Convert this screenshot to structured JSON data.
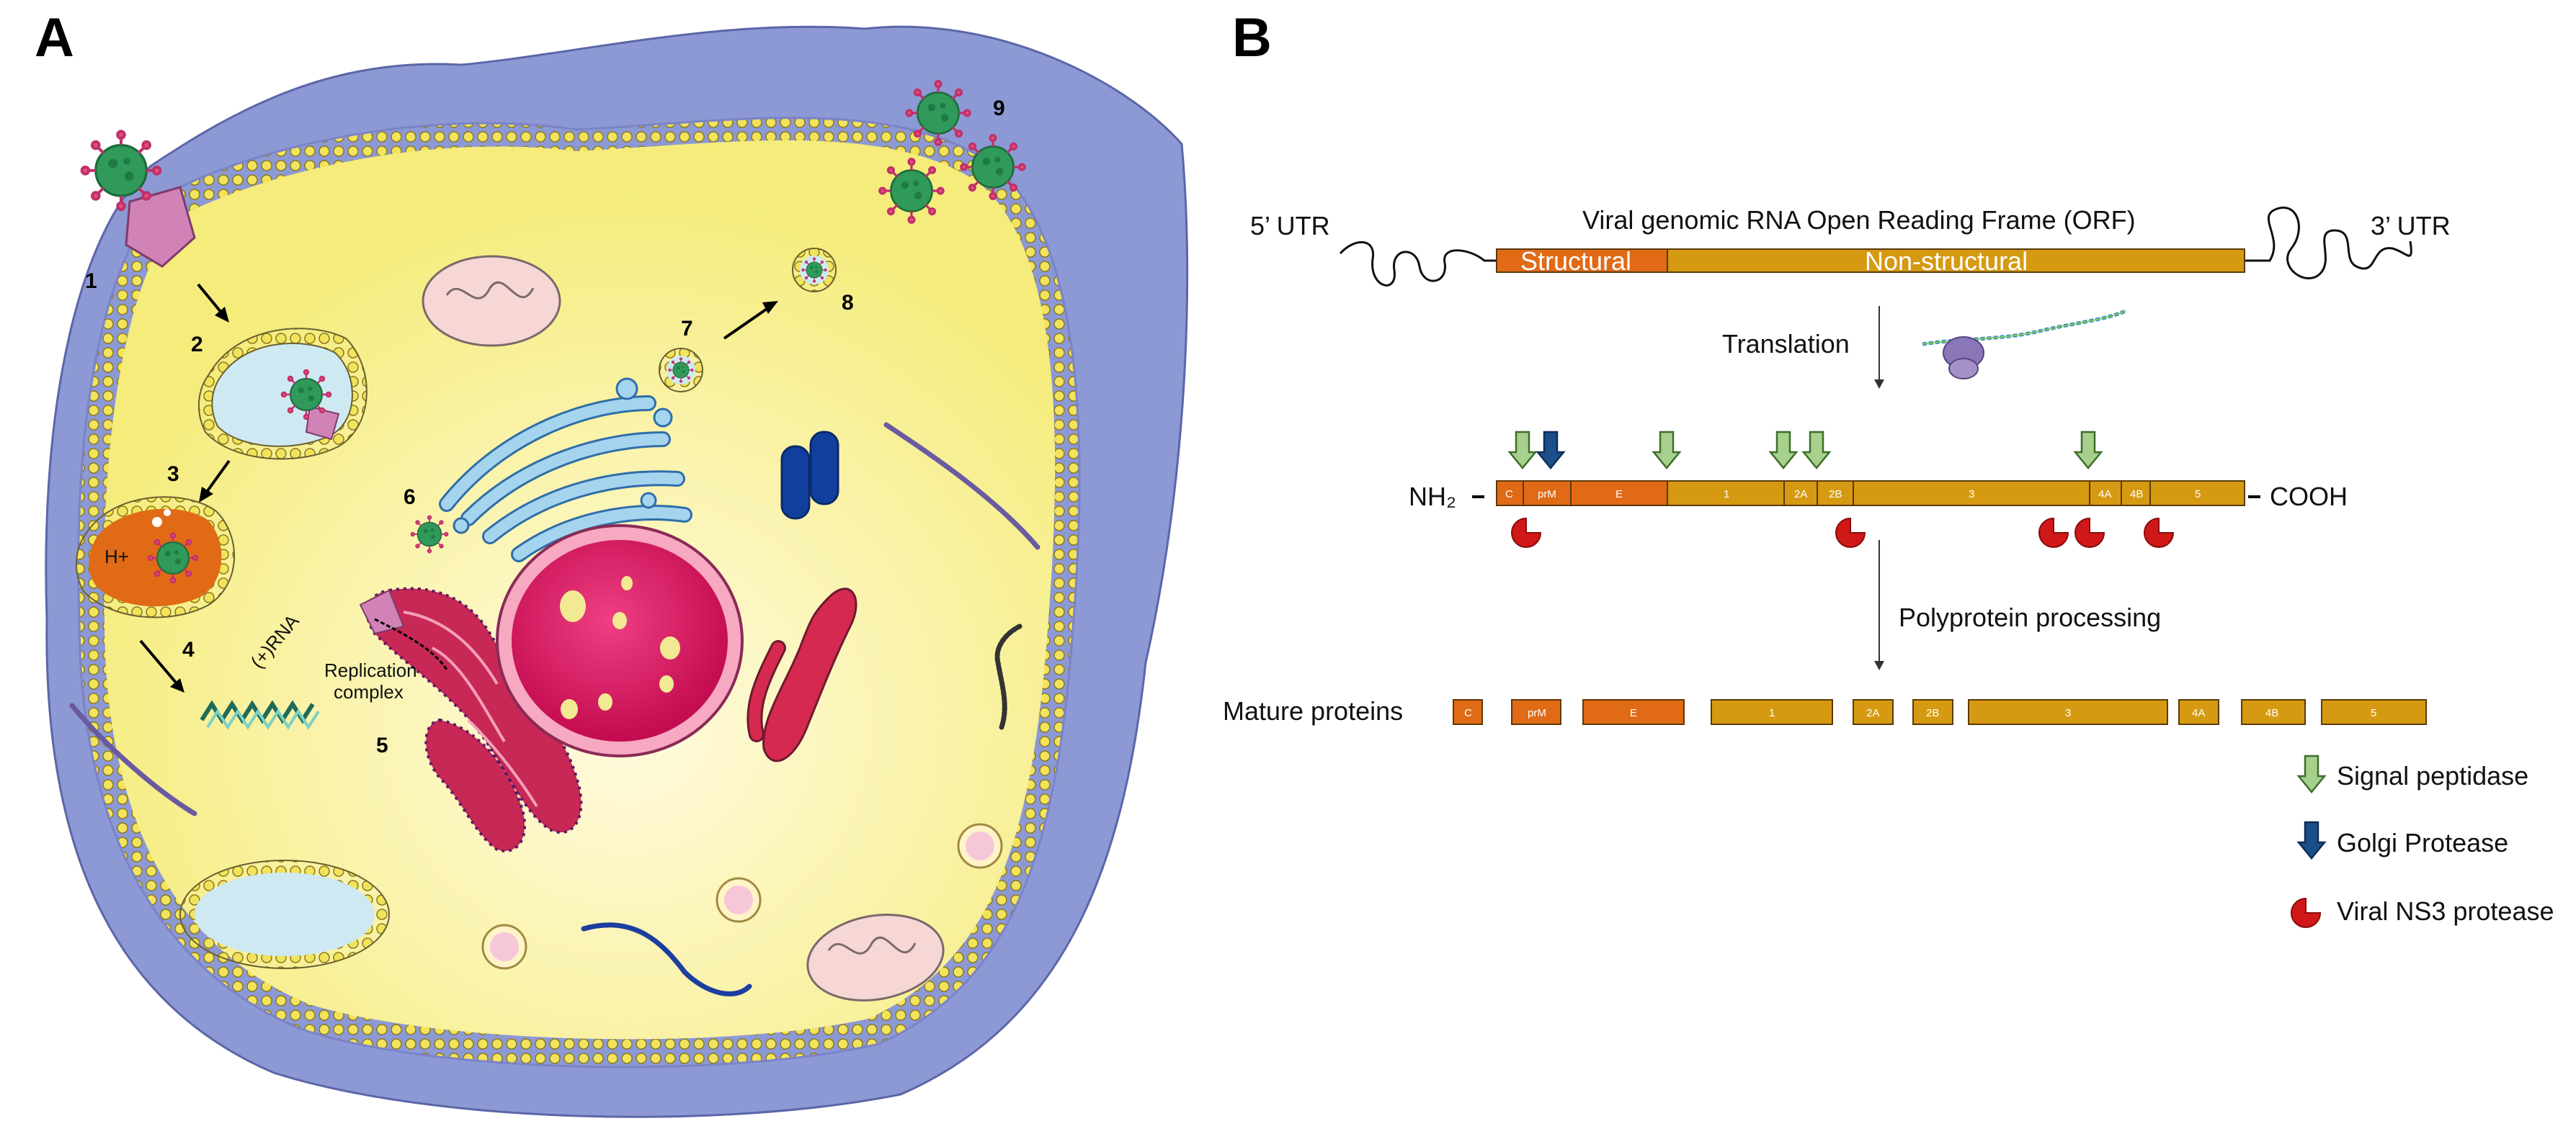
{
  "panel_a": {
    "letter": "A",
    "steps": [
      "1",
      "2",
      "3",
      "4",
      "5",
      "6",
      "7",
      "8",
      "9"
    ],
    "h_plus": "H+",
    "rna_label": "(+)RNA",
    "replication_line1": "Replication",
    "replication_line2": "complex"
  },
  "panel_b": {
    "letter": "B",
    "utr5": "5’ UTR",
    "utr3": "3’ UTR",
    "orf_title": "Viral genomic RNA Open Reading Frame (ORF)",
    "structural": "Structural",
    "nonstructural": "Non-structural",
    "translation": "Translation",
    "nh2": "NH₂",
    "cooh": "COOH",
    "polyprotein_processing": "Polyprotein processing",
    "mature_proteins": "Mature proteins",
    "polyprotein_segments": [
      "C",
      "prM",
      "E",
      "1",
      "2A",
      "2B",
      "3",
      "4A",
      "4B",
      "5"
    ],
    "mature_segments": [
      "C",
      "prM",
      "E",
      "1",
      "2A",
      "2B",
      "3",
      "4A",
      "4B",
      "5"
    ],
    "legend": {
      "signal_peptidase": "Signal peptidase",
      "golgi_protease": "Golgi Protease",
      "ns3_protease": "Viral NS3 protease"
    }
  },
  "colors": {
    "structural_orange": "#e06a16",
    "nonstructural_gold": "#d59a12",
    "signal_green": "#a6d08c",
    "golgi_blue": "#1b4f8a",
    "ns3_red": "#d01818",
    "cytoplasm": "#f7f092",
    "membrane_blue": "#8d99d4"
  }
}
